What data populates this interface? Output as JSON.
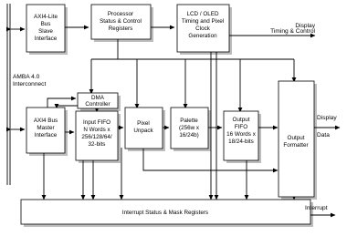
{
  "diagram": {
    "interconnect_label": [
      "AMBA 4.0",
      "Interconnect"
    ],
    "blocks": {
      "axi4_lite": [
        "AXI4-Lite",
        "Bus",
        "Slave",
        "Interface"
      ],
      "processor": [
        "Processor",
        "Status & Control",
        "Registers"
      ],
      "lcd": [
        "LCD / OLED",
        "Timing and Pixel",
        "Clock",
        "Generation"
      ],
      "dma": [
        "DMA",
        "Controller"
      ],
      "axi4_master": [
        "AXI4 Bus",
        "Master",
        "Interface"
      ],
      "input_fifo": [
        "Input FIFO",
        "N Words x",
        "256/128/64/",
        "32-bits"
      ],
      "pixel_unpack": [
        "Pixel",
        "Unpack"
      ],
      "palette": [
        "Palette",
        "(256w x",
        "16/24b)"
      ],
      "output_fifo": [
        "Output",
        "FIFO",
        "16 Words x",
        "18/24-bits"
      ],
      "output_formatter": [
        "Output",
        "Formatter"
      ],
      "interrupt_regs": [
        "Interrupt Status & Mask Registers"
      ]
    },
    "outputs": {
      "display_timing": [
        "Display",
        "Timing & Control"
      ],
      "display_data": [
        "Display",
        "Data"
      ],
      "interrupt": [
        "Interrupt"
      ]
    }
  }
}
